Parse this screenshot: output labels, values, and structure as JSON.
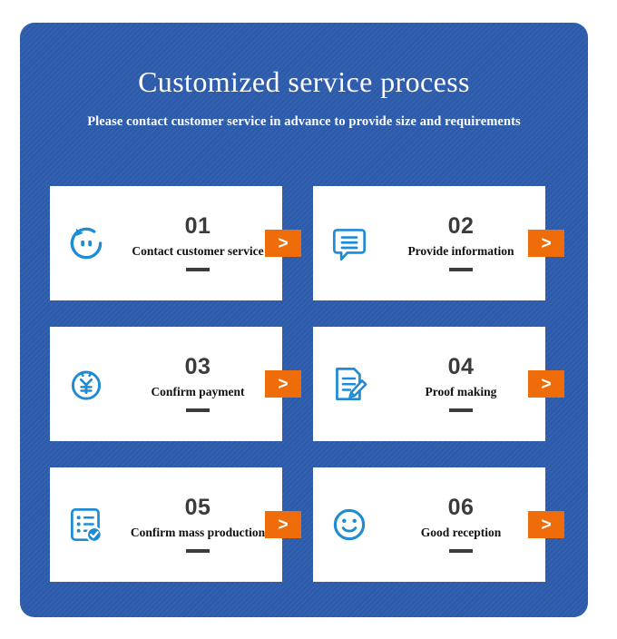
{
  "header": {
    "title": "Customized service process",
    "subtitle": "Please contact customer service in advance to provide size and requirements"
  },
  "colors": {
    "panel_blue": "#2d5bab",
    "card_white": "#ffffff",
    "icon_blue": "#1e8bd4",
    "accent_orange": "#ef6c0a",
    "number_gray": "#3b3b3b",
    "label_black": "#111111"
  },
  "arrow_label": ">",
  "cards": [
    {
      "number": "01",
      "label": "Contact customer service",
      "icon": "customer-service-face-icon",
      "arrow": ">"
    },
    {
      "number": "02",
      "label": "Provide information",
      "icon": "speech-bubble-lines-icon",
      "arrow": ">"
    },
    {
      "number": "03",
      "label": "Confirm payment",
      "icon": "yuan-currency-circle-icon",
      "arrow": ">"
    },
    {
      "number": "04",
      "label": "Proof making",
      "icon": "document-pencil-icon",
      "arrow": ">"
    },
    {
      "number": "05",
      "label": "Confirm mass production",
      "icon": "checklist-check-badge-icon",
      "arrow": ">"
    },
    {
      "number": "06",
      "label": "Good reception",
      "icon": "smiley-face-icon",
      "arrow": ">"
    }
  ]
}
